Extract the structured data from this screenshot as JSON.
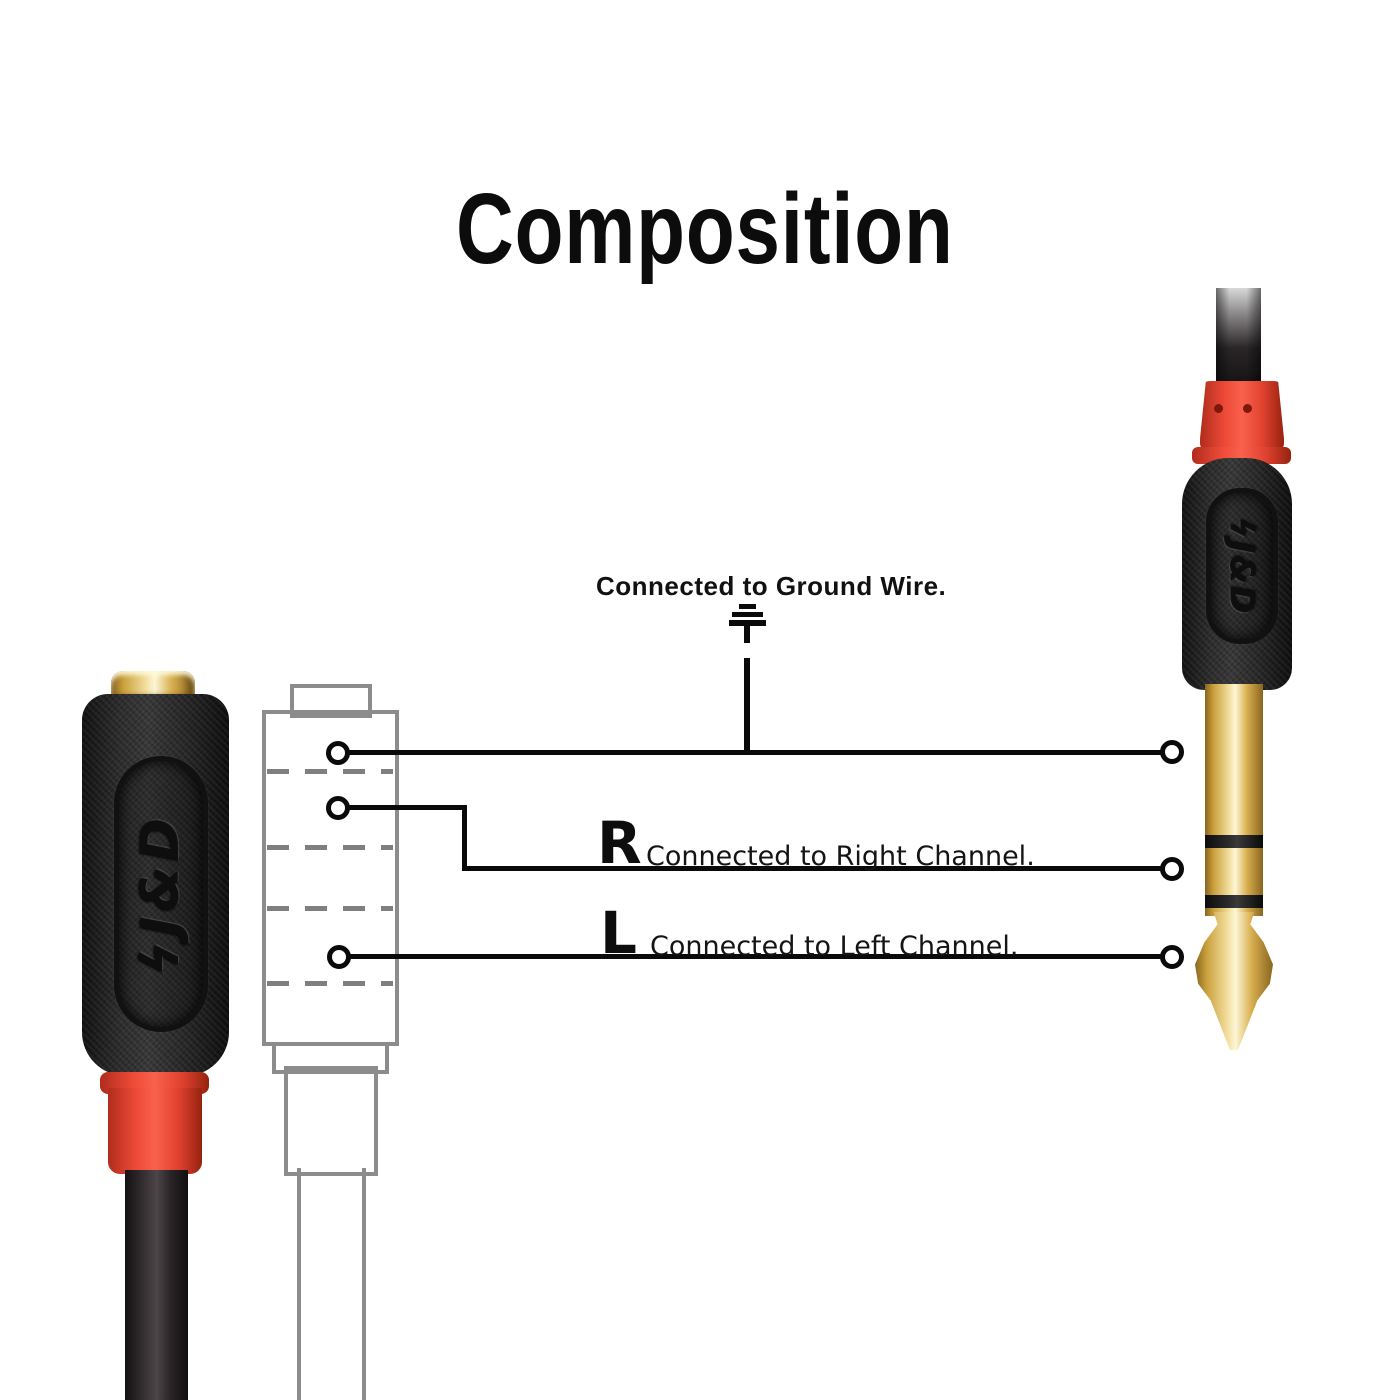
{
  "title": "Composition",
  "brand": {
    "name": "J&D",
    "bolt_glyph": "ϟ"
  },
  "annotations": {
    "ground": {
      "text": "Connected to Ground Wire."
    },
    "right_channel": {
      "label": "R",
      "text": "Connected to Right Channel."
    },
    "left_channel": {
      "label": "L",
      "text": "Connected to Left Channel."
    }
  },
  "colors": {
    "accent_red": "#ee4a38",
    "gold": "#d9b050",
    "wire_black": "#0a0a0a",
    "ghost_gray": "#8c8c8c"
  }
}
